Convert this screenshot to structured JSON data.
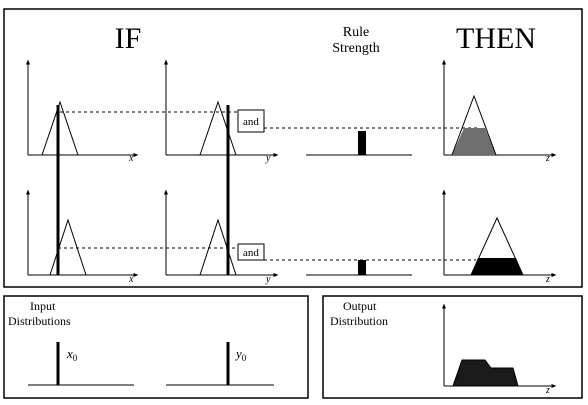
{
  "headings": {
    "if": "IF",
    "rule_strength_line1": "Rule",
    "rule_strength_line2": "Strength",
    "then": "THEN"
  },
  "operator_label": "and",
  "axis_labels": {
    "x": "x",
    "y": "y",
    "z": "z"
  },
  "input_panel": {
    "title_line1": "Input",
    "title_line2": "Distributions",
    "x_symbol": "x",
    "x_subscript": "0",
    "y_symbol": "y",
    "y_subscript": "0"
  },
  "output_panel": {
    "title_line1": "Output",
    "title_line2": "Distribution"
  },
  "colors": {
    "rule1_fill": "#6e6e6e",
    "rule2_fill": "#000000",
    "output_fill": "#1a1a1a",
    "stroke": "#000000"
  }
}
